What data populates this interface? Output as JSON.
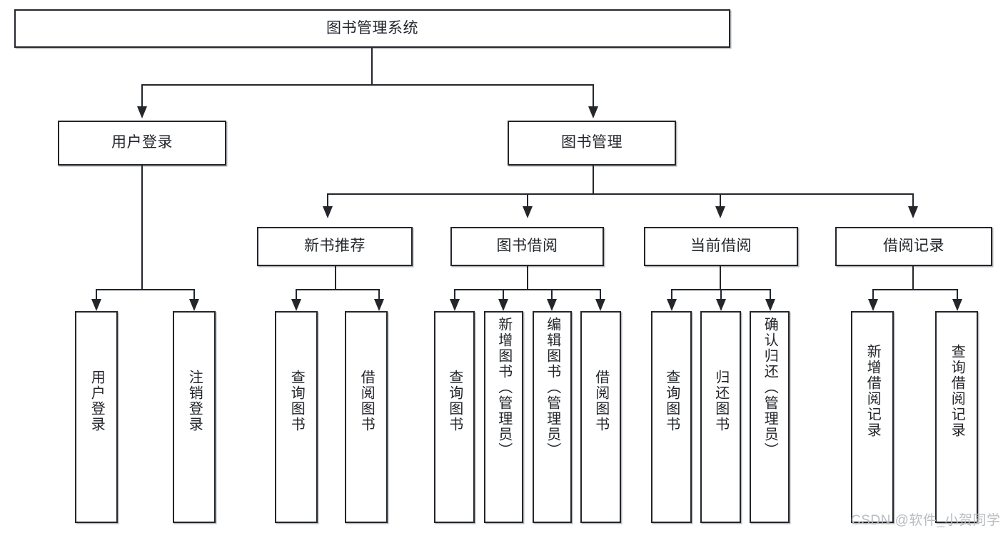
{
  "diagram": {
    "title": "图书管理系统",
    "type": "hierarchy-tree",
    "root": {
      "label": "图书管理系统"
    },
    "level2": [
      {
        "label": "用户登录"
      },
      {
        "label": "图书管理"
      }
    ],
    "level3": [
      {
        "label": "新书推荐"
      },
      {
        "label": "图书借阅"
      },
      {
        "label": "当前借阅"
      },
      {
        "label": "借阅记录"
      }
    ],
    "leaves": {
      "user_login": [
        {
          "label": "用户登录"
        },
        {
          "label": "注销登录"
        }
      ],
      "new_book_recommend": [
        {
          "label": "查询图书"
        },
        {
          "label": "借阅图书"
        }
      ],
      "book_borrow": [
        {
          "label": "查询图书"
        },
        {
          "label": "新增图书（管理员）"
        },
        {
          "label": "编辑图书（管理员）"
        },
        {
          "label": "借阅图书"
        }
      ],
      "current_borrow": [
        {
          "label": "查询图书"
        },
        {
          "label": "归还图书"
        },
        {
          "label": "确认归还（管理员）"
        }
      ],
      "borrow_record": [
        {
          "label": "新增借阅记录"
        },
        {
          "label": "查询借阅记录"
        }
      ]
    }
  },
  "watermark": {
    "text": "CSDN @软件_小贺同学"
  },
  "colors": {
    "stroke": "#23262b",
    "fill": "#ffffff",
    "text": "#22252a",
    "watermark": "#b9bcc0"
  }
}
